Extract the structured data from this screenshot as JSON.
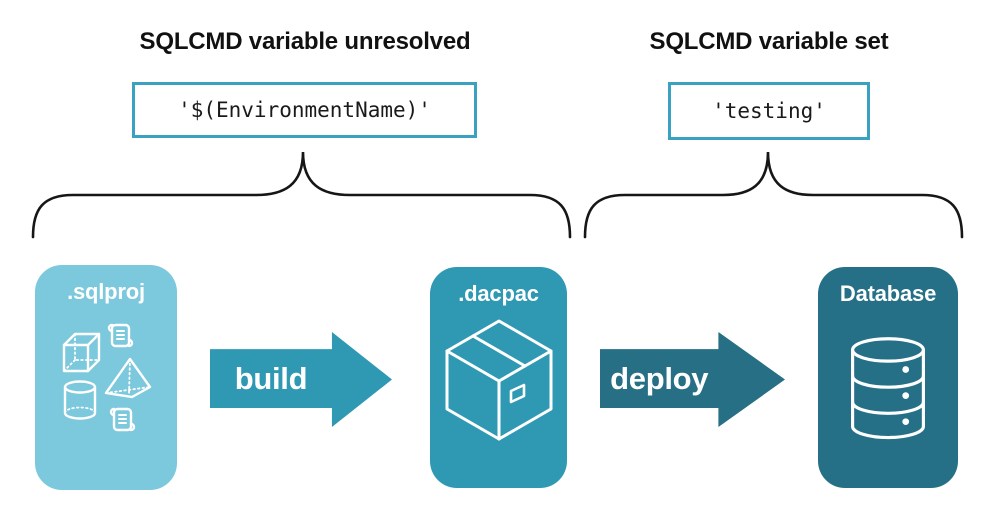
{
  "annotations": {
    "unresolved": {
      "heading": "SQLCMD variable unresolved",
      "value": "'$(EnvironmentName)'"
    },
    "set": {
      "heading": "SQLCMD variable set",
      "value": "'testing'"
    }
  },
  "pipeline": {
    "stages": [
      {
        "label": ".sqlproj",
        "color": "#7cc8dc",
        "icon": "sql-objects-icon"
      },
      {
        "label": ".dacpac",
        "color": "#2f99b4",
        "icon": "package-icon"
      },
      {
        "label": "Database",
        "color": "#257086",
        "icon": "database-icon"
      }
    ],
    "arrows": [
      {
        "label": "build",
        "color": "#2f99b4"
      },
      {
        "label": "deploy",
        "color": "#266f85"
      }
    ]
  },
  "colors": {
    "background": "#ffffff",
    "code_box_border": "#3ba1c0",
    "code_text": "#1a1a1a",
    "heading_text": "#111111",
    "brace": "#161616",
    "stage_label_text": "#ffffff"
  }
}
